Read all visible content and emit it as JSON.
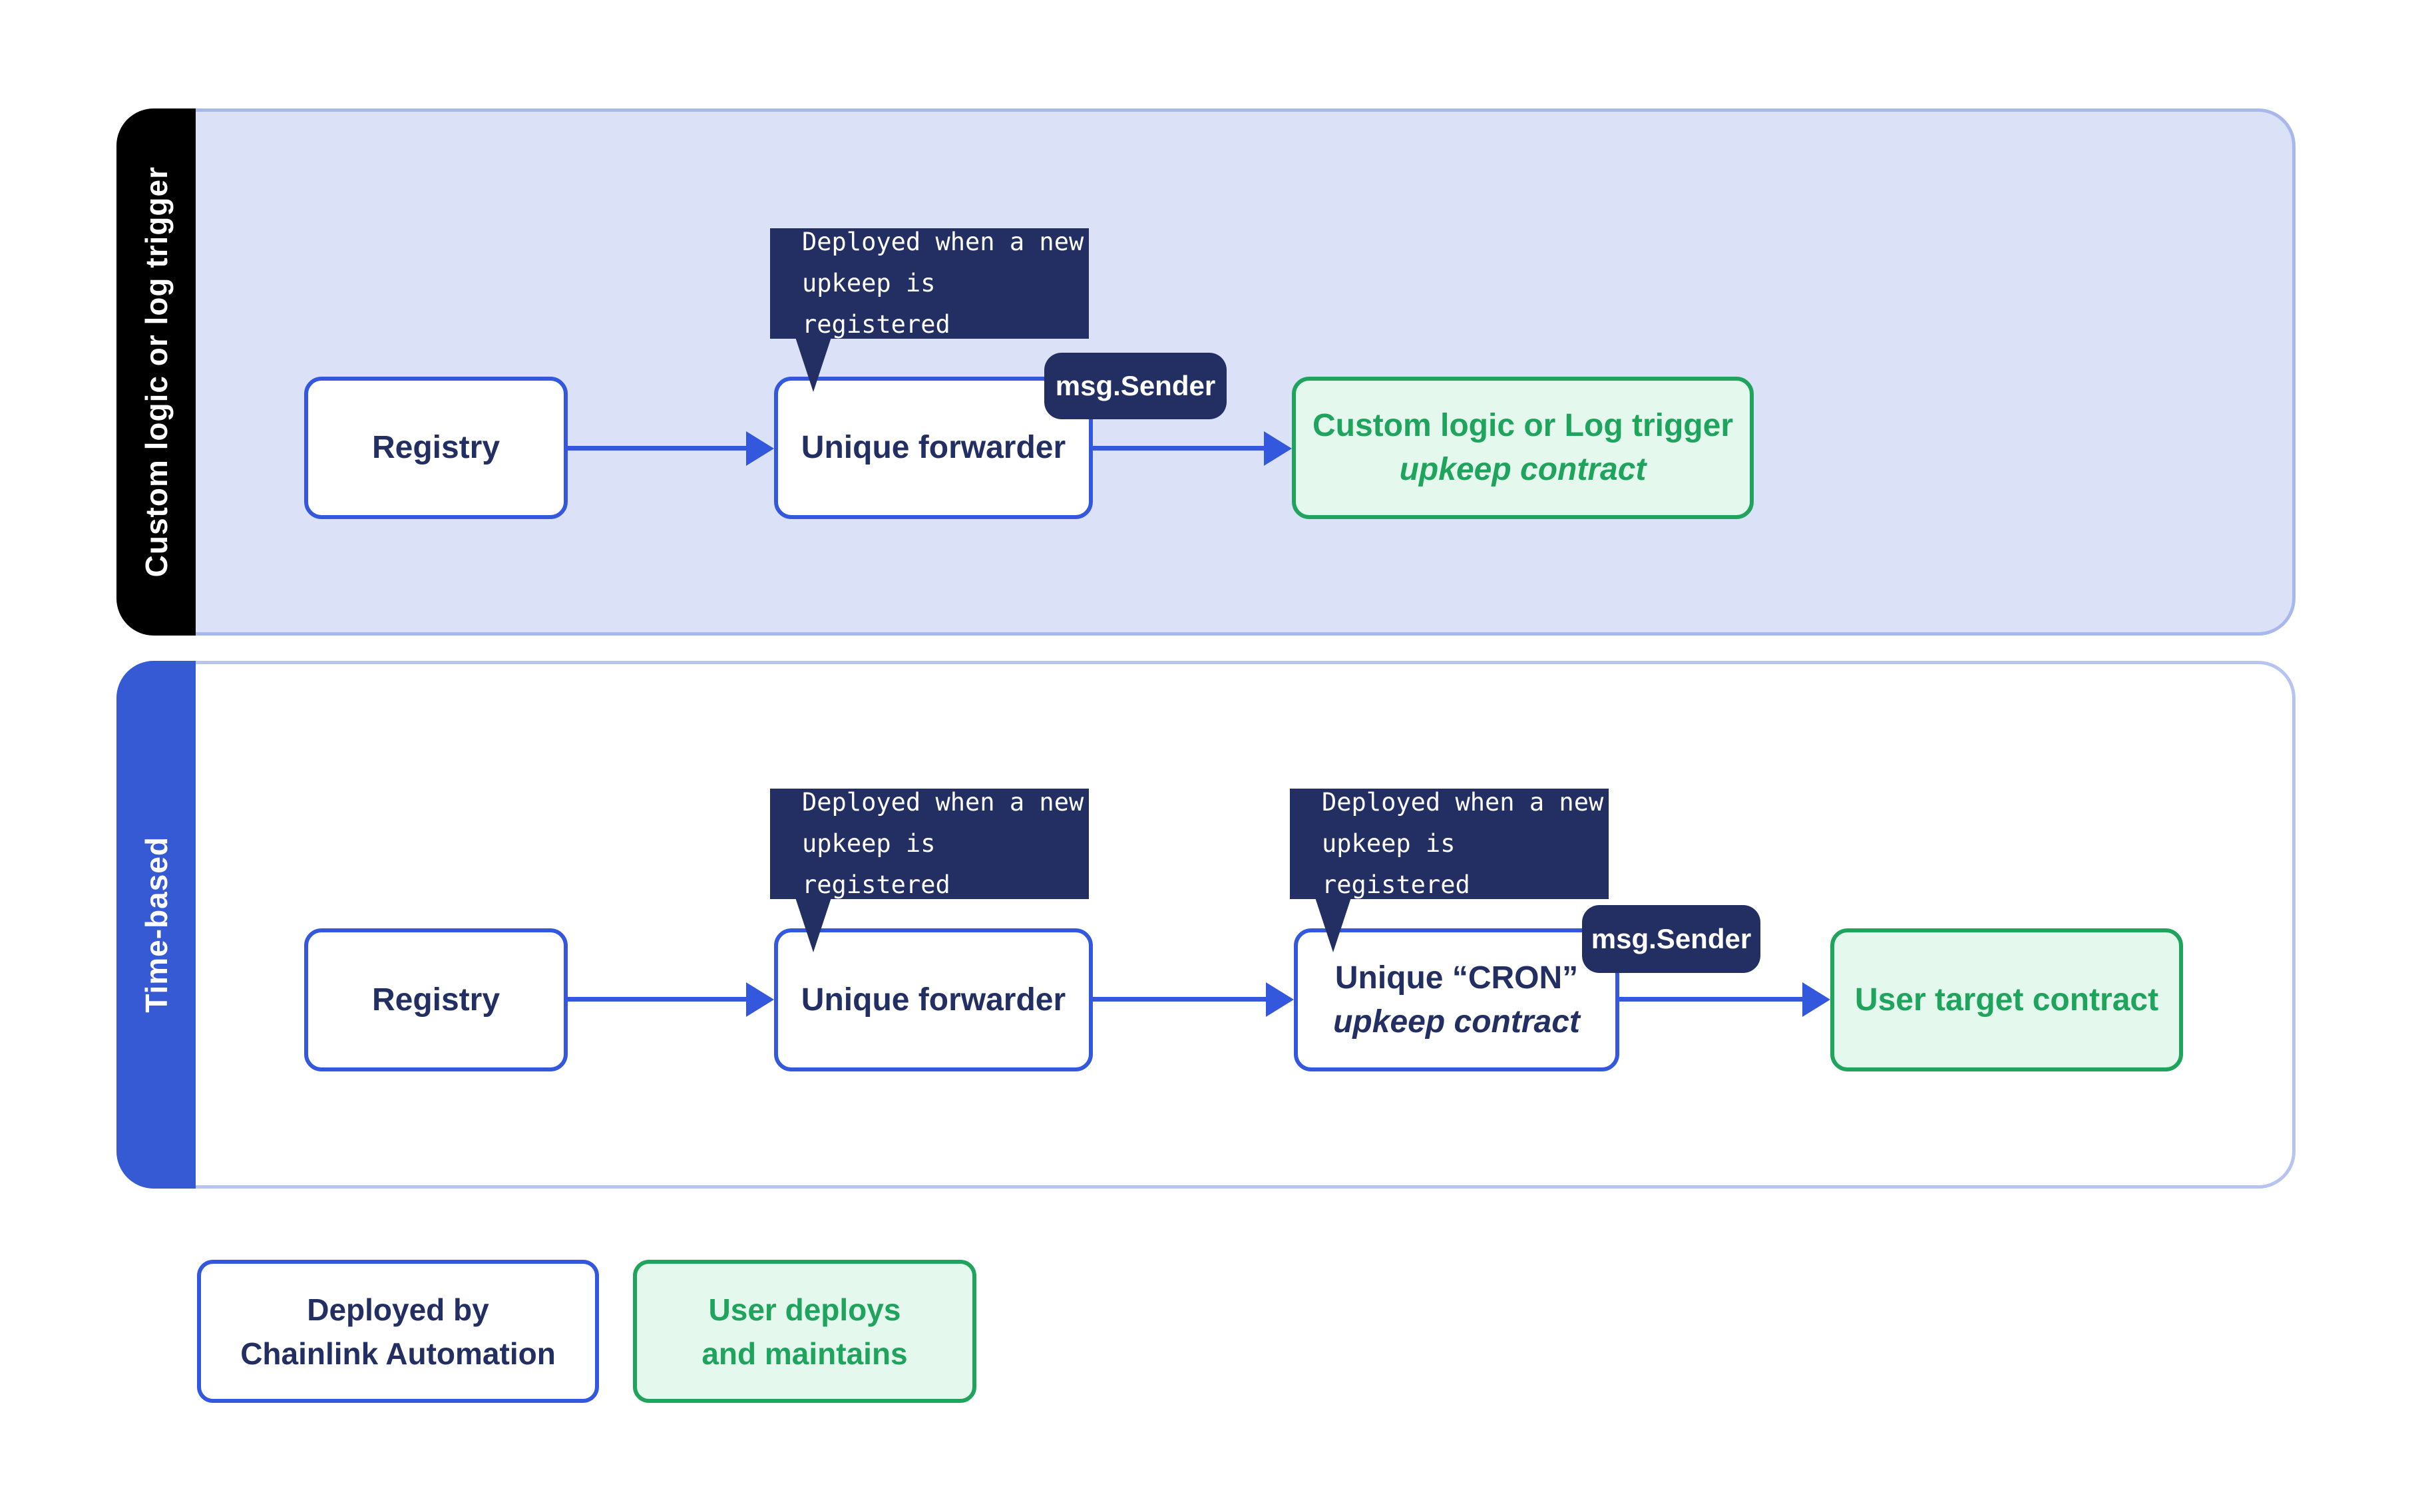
{
  "colors": {
    "navy": "#232f62",
    "node-blue": "#3458dd",
    "tab-blue": "#3659d4",
    "lavender": "#dbe2f7",
    "panel-border-top": "#a9b8ec",
    "panel-border-bottom": "#b7c3f0",
    "green": "#1fa45d",
    "green-bg": "#e5f8ed",
    "black": "#000000",
    "white": "#ffffff"
  },
  "top_panel": {
    "tab_label": "Custom logic or log trigger",
    "registry": "Registry",
    "forwarder": "Unique forwarder",
    "tooltip_line1": "Deployed when a new",
    "tooltip_line2": "upkeep is registered",
    "badge": "msg.Sender",
    "upkeep_line1": "Custom logic or Log trigger",
    "upkeep_line2": "upkeep contract"
  },
  "bottom_panel": {
    "tab_label": "Time-based",
    "registry": "Registry",
    "forwarder": "Unique forwarder",
    "tooltip_forwarder_line1": "Deployed when a new",
    "tooltip_forwarder_line2": "upkeep is registered",
    "tooltip_cron_line1": "Deployed when a new",
    "tooltip_cron_line2": "upkeep is registered",
    "badge": "msg.Sender",
    "cron_line1": "Unique “CRON”",
    "cron_line2": "upkeep contract",
    "target": "User target contract"
  },
  "legend": {
    "deployed_by_line1": "Deployed by",
    "deployed_by_line2": "Chainlink Automation",
    "user_line1": "User deploys",
    "user_line2": "and maintains"
  }
}
